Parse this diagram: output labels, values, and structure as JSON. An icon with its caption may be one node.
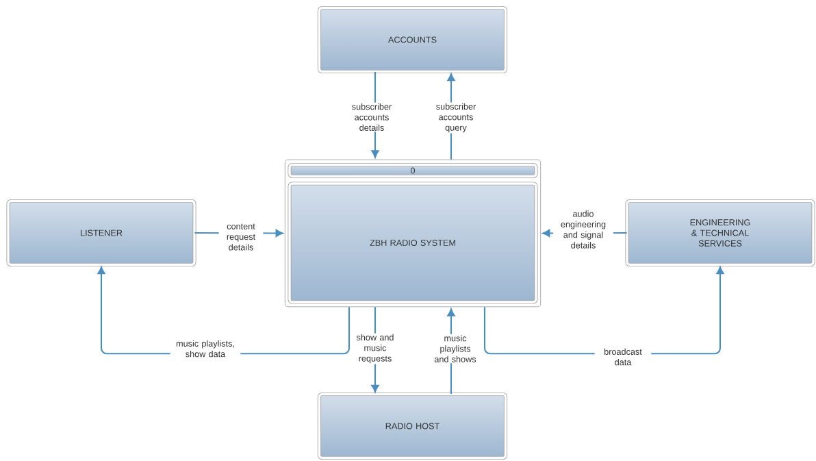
{
  "diagram": {
    "nodes": [
      {
        "text": [
          "ACCOUNTS"
        ]
      },
      {
        "text": [
          "0",
          "ZBH RADIO SYSTEM"
        ]
      },
      {
        "text": [
          "LISTENER"
        ]
      },
      {
        "text": [
          "ENGINEERING & TECHNICAL SERVICES"
        ]
      },
      {
        "text": [
          "RADIO HOST"
        ]
      }
    ],
    "edges": [
      {
        "from": 0,
        "to": 1,
        "arrow": "to",
        "label": "subscriber accounts details"
      },
      {
        "from": 1,
        "to": 0,
        "arrow": "to",
        "label": "subscriber accounts query"
      },
      {
        "from": 2,
        "to": 1,
        "arrow": "to",
        "label": "content request details"
      },
      {
        "from": 3,
        "to": 1,
        "arrow": "to",
        "label": "audio engineering and signal details"
      },
      {
        "from": 1,
        "to": 2,
        "arrow": "to",
        "label": "music playlists, show data"
      },
      {
        "from": 1,
        "to": 4,
        "arrow": "to",
        "label": "show and music requests"
      },
      {
        "from": 4,
        "to": 1,
        "arrow": "to",
        "label": "music playlists and shows"
      },
      {
        "from": 1,
        "to": 3,
        "arrow": "to",
        "label": "broadcast data"
      }
    ]
  }
}
